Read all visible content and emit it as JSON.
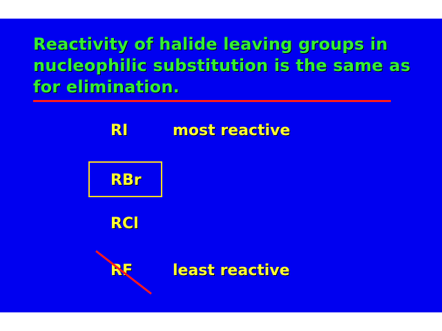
{
  "slide": {
    "title": "Reactivity of halide leaving groups in nucleophilic substitution is the same as for elimination.",
    "halides": [
      {
        "formula": "RI",
        "note": "most reactive"
      },
      {
        "formula": "RBr",
        "note": ""
      },
      {
        "formula": "RCl",
        "note": ""
      },
      {
        "formula": "RF",
        "note": "least reactive"
      }
    ],
    "colors": {
      "background": "#0000f0",
      "title_text": "#33ee33",
      "item_text": "#ffff33",
      "rule": "#ff1a1a",
      "highlight_box": "#ffdd22",
      "strike": "#ff1a1a"
    }
  }
}
